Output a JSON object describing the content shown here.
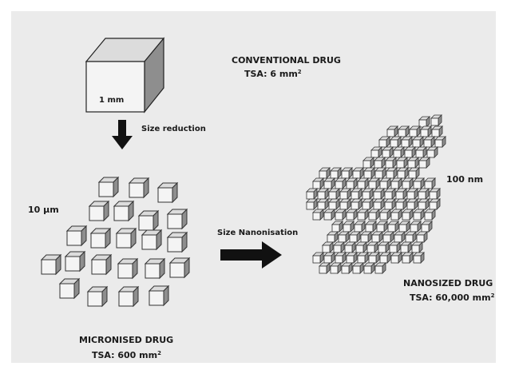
{
  "conventional": {
    "title": "CONVENTIONAL DRUG",
    "tsa_prefix": "TSA: 6 mm",
    "tsa_exp": "2",
    "cube_label": "1 mm"
  },
  "steps": {
    "size_reduction": "Size reduction",
    "nanonisation": "Size Nanonisation"
  },
  "micronised": {
    "title": "MICRONISED DRUG",
    "tsa_prefix": "TSA: 600 mm",
    "tsa_exp": "2",
    "scale_label": "10 µm"
  },
  "nanosized": {
    "title": "NANOSIZED DRUG",
    "tsa_prefix": "TSA: 60,000 mm",
    "tsa_exp": "2",
    "scale_label": "100 nm"
  },
  "colors": {
    "cube_front": "#f4f4f4",
    "cube_top": "#dcdcdc",
    "cube_side": "#8e8e8e",
    "panel": "#ebebeb",
    "text": "#1a1a1a"
  }
}
